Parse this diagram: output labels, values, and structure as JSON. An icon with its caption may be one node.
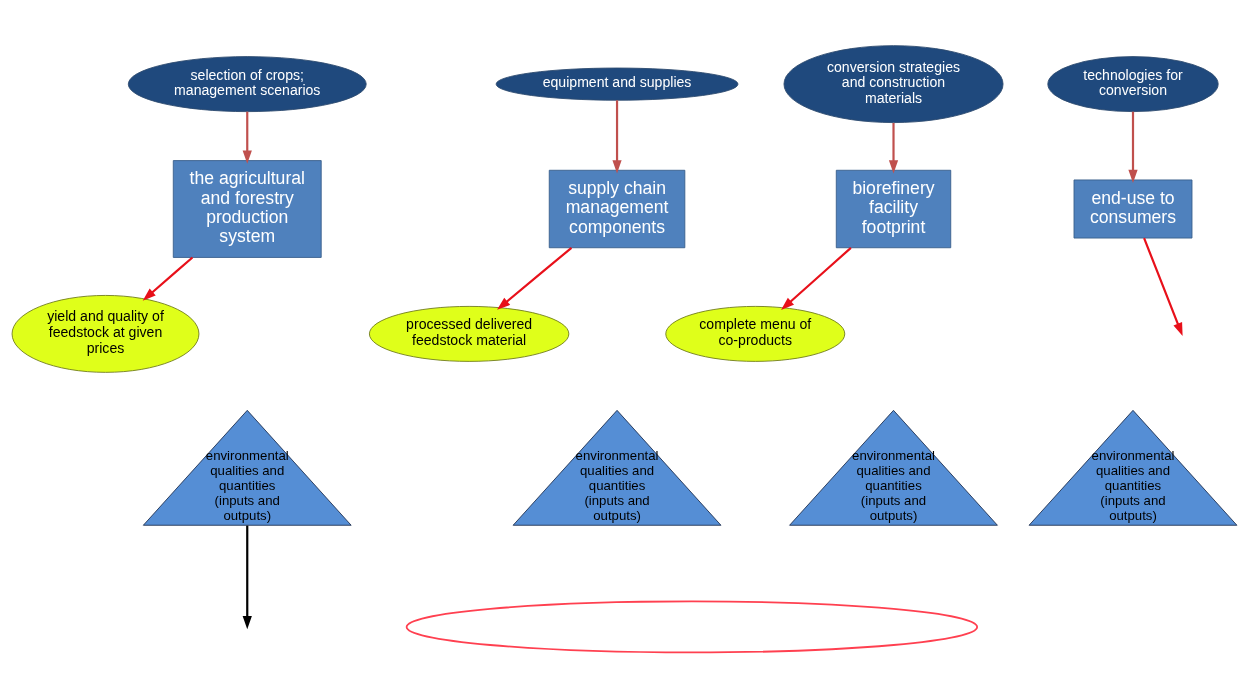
{
  "diagram": {
    "nodes": [
      {
        "text": [
          "selection of crops; management scenarios"
        ]
      },
      {
        "text": [
          "equipment and supplies"
        ]
      },
      {
        "text": [
          "conversion strategies and construction materials"
        ]
      },
      {
        "text": [
          "technologies for conversion"
        ]
      },
      {
        "text": [
          "the agricultural and forestry production system"
        ]
      },
      {
        "text": [
          "supply chain management components"
        ]
      },
      {
        "text": [
          "biorefinery facility footprint"
        ]
      },
      {
        "text": [
          "end-use to consumers"
        ]
      },
      {
        "text": [
          "yield and quality of feedstock at given prices"
        ]
      },
      {
        "text": [
          "processed delivered feedstock material"
        ]
      },
      {
        "text": [
          "complete menu of co-products"
        ]
      },
      {
        "text": [],
        "shape": "ellipse"
      },
      {
        "text": [
          "environmental qualities and quantities (inputs and outputs)"
        ]
      },
      {
        "text": [
          "environmental qualities and quantities (inputs and outputs)"
        ]
      },
      {
        "text": [
          "environmental qualities and quantities (inputs and outputs)"
        ]
      },
      {
        "text": [
          "environmental qualities and quantities (inputs and outputs)"
        ]
      }
    ],
    "edges": [
      {
        "from": 0,
        "to": 4,
        "arrow": "to",
        "color": "#c0504d"
      },
      {
        "from": 1,
        "to": 5,
        "arrow": "to",
        "color": "#c0504d"
      },
      {
        "from": 2,
        "to": 6,
        "arrow": "to",
        "color": "#c0504d"
      },
      {
        "from": 3,
        "to": 7,
        "arrow": "to",
        "color": "#c0504d"
      },
      {
        "from": 4,
        "to": 8,
        "arrow": "to",
        "color": "#e8101a"
      },
      {
        "from": 5,
        "to": 9,
        "arrow": "to",
        "color": "#e8101a"
      },
      {
        "from": 6,
        "to": 10,
        "arrow": "to",
        "color": "#e8101a"
      },
      {
        "from": 7,
        "to": null,
        "arrow": "to",
        "color": "#e8101a"
      },
      {
        "from": 12,
        "to": null,
        "arrow": "to",
        "color": "#000000"
      }
    ]
  }
}
